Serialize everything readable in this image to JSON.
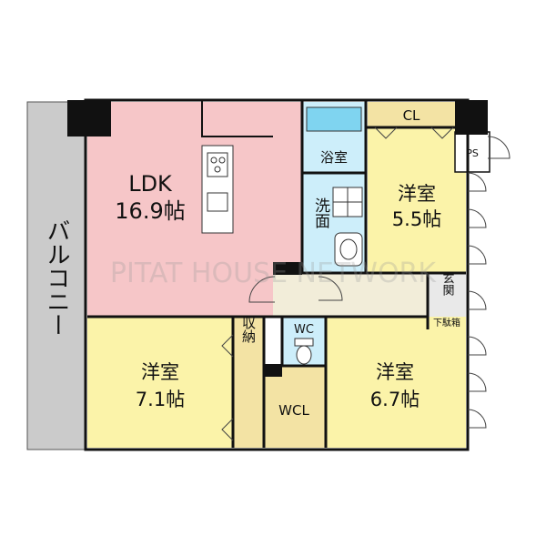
{
  "balcony": {
    "label": "バルコニー"
  },
  "rooms": {
    "ldk": {
      "name": "LDK",
      "size": "16.9帖"
    },
    "bath": {
      "name": "浴室"
    },
    "cl": {
      "name": "CL"
    },
    "ps": {
      "name": "PS"
    },
    "washroom": {
      "name": "洗面"
    },
    "western_a": {
      "name": "洋室",
      "size": "5.5帖"
    },
    "entrance": {
      "name": "玄関",
      "shoe": "下駄箱"
    },
    "western_b": {
      "name": "洋室",
      "size": "7.1帖"
    },
    "storage": {
      "name": "収納"
    },
    "wc": {
      "name": "WC"
    },
    "wcl": {
      "name": "WCL"
    },
    "western_c": {
      "name": "洋室",
      "size": "6.7帖"
    }
  },
  "watermark": {
    "text": "PITAT HOUSE NETWORK"
  },
  "colors": {
    "ldk": "#f6c6c8",
    "western": "#fbf3a9",
    "bath": "#cdeefa",
    "storage": "#f3e3a4",
    "hall": "#f2edd9",
    "balcony": "#cbcbcb",
    "wall": "#111111"
  }
}
